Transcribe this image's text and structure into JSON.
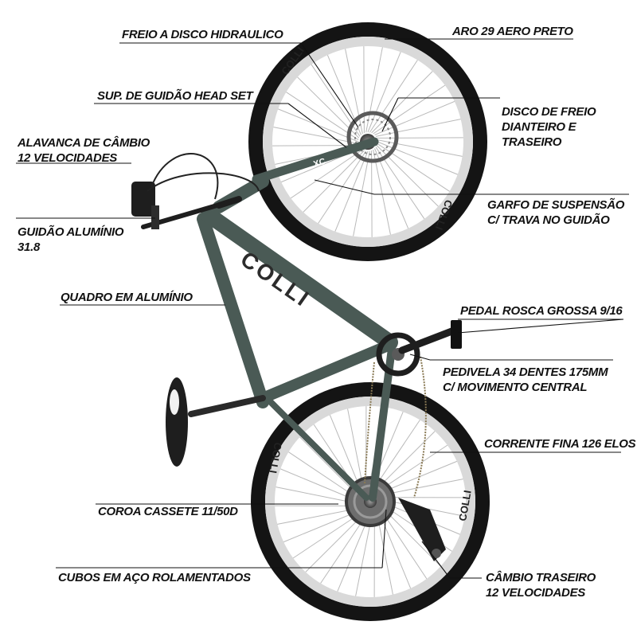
{
  "colors": {
    "frame": "#4a5a55",
    "frame_dark": "#38463f",
    "tire": "#141414",
    "rim": "#d9d9d9",
    "label_text": "#111111",
    "background": "#ffffff"
  },
  "frame_text": "COLLI",
  "rim_text": "COLLI",
  "logo_text": "XC",
  "labels": {
    "freio": "FREIO A DISCO HIDRAULICO",
    "aro": "ARO 29 AERO PRETO",
    "sup_guidao": "SUP. DE GUIDÃO HEAD SET",
    "disco": [
      "DISCO DE FREIO",
      "DIANTEIRO E",
      "TRASEIRO"
    ],
    "alavanca": [
      "ALAVANCA DE CÂMBIO",
      "12 VELOCIDADES"
    ],
    "garfo": [
      "GARFO DE SUSPENSÃO",
      "C/ TRAVA NO GUIDÃO"
    ],
    "guidao": [
      "GUIDÃO ALUMÍNIO",
      "31.8"
    ],
    "quadro": "QUADRO EM ALUMÍNIO",
    "pedal": "PEDAL ROSCA GROSSA 9/16",
    "pedivela": [
      "PEDIVELA 34 DENTES 175MM",
      "C/ MOVIMENTO CENTRAL"
    ],
    "corrente": "CORRENTE FINA 126 ELOS",
    "coroa": "COROA CASSETE 11/50D",
    "cubos": "CUBOS EM AÇO ROLAMENTADOS",
    "cambio": [
      "CÂMBIO TRASEIRO",
      "12 VELOCIDADES"
    ]
  }
}
